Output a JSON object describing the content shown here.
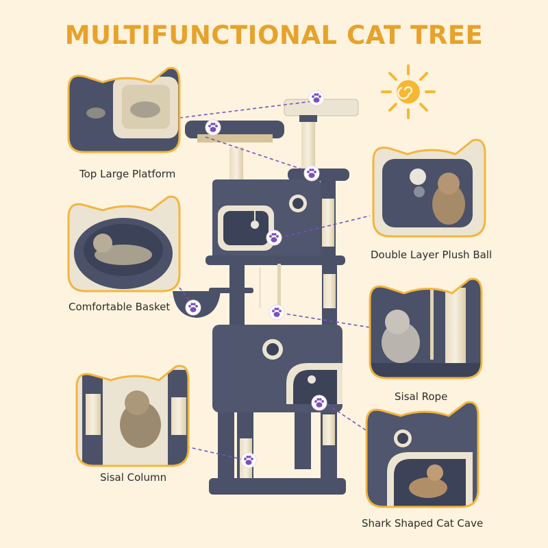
{
  "title": "MULTIFUNCTIONAL CAT TREE",
  "features": [
    "Top Large Platform",
    "Double Layer Plush Ball",
    "Comfortable Basket",
    "Sisal Rope",
    "Sisal Column",
    "Shark Shaped Cat Cave"
  ],
  "icons": [
    "sun-icon",
    "paw-icon",
    "cat-icon"
  ],
  "colors": {
    "background": "#fdf3de",
    "accent": "#e7a22b",
    "tree_body": "#4a5168",
    "plush": "#ece4d2",
    "paw": "#7a4fbf"
  }
}
